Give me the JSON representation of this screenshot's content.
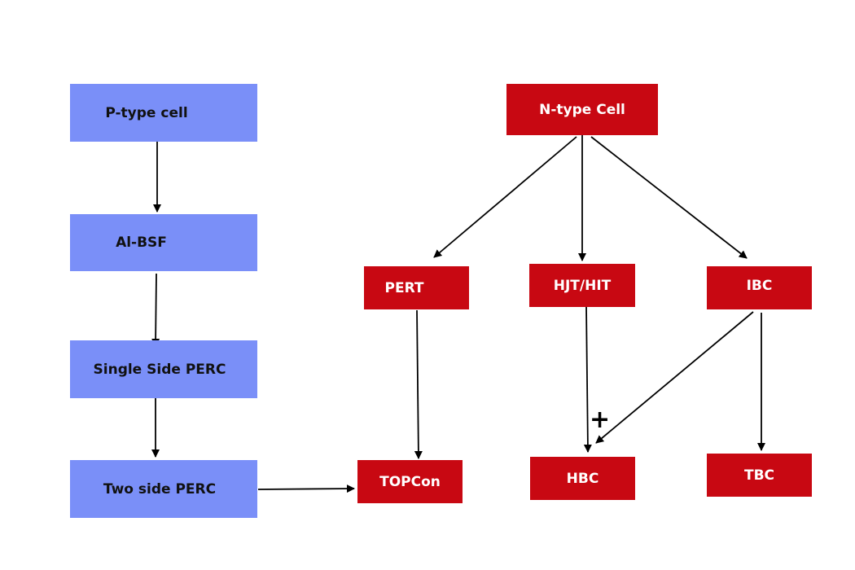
{
  "diagram": {
    "nodes": {
      "p_type": "P-type cell",
      "al_bsf": "Al-BSF",
      "single_perc": "Single Side PERC",
      "two_perc": "Two side PERC",
      "n_type": "N-type Cell",
      "pert": "PERT",
      "hjt": "HJT/HIT",
      "ibc": "IBC",
      "topcon": "TOPCon",
      "hbc": "HBC",
      "tbc": "TBC"
    },
    "plus_label": "+",
    "colors": {
      "p_type_fill": "#7a8ff8",
      "n_type_fill": "#c80812",
      "arrow": "#000000"
    }
  }
}
